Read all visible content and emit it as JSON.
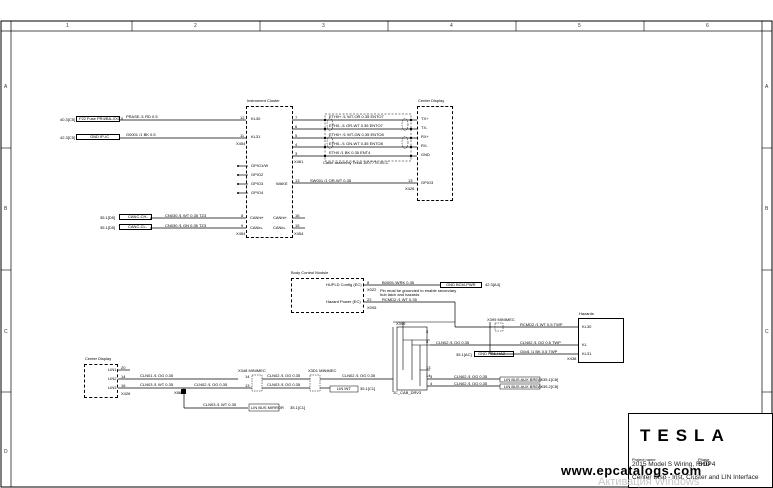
{
  "frame": {
    "zones_top": [
      "1",
      "2",
      "3",
      "4",
      "5",
      "6"
    ],
    "zones_left": [
      "A",
      "B",
      "C",
      "D"
    ]
  },
  "instrument_cluster": {
    "title": "Instrument Cluster",
    "connector": "X454",
    "pins_left": [
      {
        "num": "12",
        "name": "KL30"
      },
      {
        "num": "11",
        "name": "KL31"
      }
    ],
    "gpio": [
      "GPIO1/W",
      "GPIO2",
      "GPIO3",
      "GPIO4"
    ],
    "wake": {
      "num": "13",
      "name": "WAKE"
    },
    "can": [
      {
        "num": "8",
        "name": "CANhi+",
        "right": "CANhi+",
        "rnum": "16"
      },
      {
        "num": "9",
        "name": "CANlo-",
        "right": "CANlo-",
        "rnum": "15"
      }
    ],
    "ether_pins": [
      "7",
      "6",
      "5",
      "4",
      "3"
    ]
  },
  "center_display": {
    "title": "Center Display",
    "connector": "X426",
    "pins": [
      "TX+",
      "TX-",
      "RX+",
      "RX-",
      "GND"
    ],
    "gpio": "GPIO3"
  },
  "ethernet_cable": {
    "note": "Cable assembly Tesla 1007779-00-C",
    "wires": [
      "ETH0+ /1 WT-OR 0.35 ENTO7",
      "ETH0- /1 OR-WT 0.35 ENTO7",
      "ETH0+ /1 WT-GN 0.35 ENTO8",
      "ETH0- /1 GN-WT 0.35 ENTO8",
      "ETH0 /1 BK 0.35 ENT4"
    ],
    "connector": "X461",
    "wake_wire": "SW001 /1 OR-WT 0.35",
    "wake_num": "13"
  },
  "left_refs": {
    "kl30_ref": "40.3[C5]",
    "kl30_label": "F22 Fuse PR4/BA-XXXX",
    "kl30_wire": "PRASE /1 RD 0.5",
    "kl31_ref": "42.3[C5]",
    "kl31_label": "GND IP-IC",
    "kl31_wire": "G0001 /1 BK 0.5",
    "canh_ref": "35.1[D5]",
    "canh_label": "CANC-CH-",
    "canh_wire": "CN030 /1 WT 0.35 TZ3",
    "canl_ref": "35.1[D5]",
    "canl_label": "CANC-CL-",
    "canl_wire": "CN030 /1 GN 0.35 TZ3"
  },
  "body_control": {
    "title": "Body Control Module",
    "connector": "X005",
    "pins": [
      {
        "num": "8",
        "name": "HUPLD Config (EC)",
        "wire": "B0005 /WRK 0.35",
        "dest": "GND BCM-PWR",
        "ref": "42.3[A4]"
      },
      {
        "num": "22",
        "name": "Hazard Power (EC)",
        "wire": "RCMD2 /1 WT 0.35"
      }
    ],
    "note": "Pin must be grounded to enable secondary hub latch and hazards",
    "xid": "X022"
  },
  "hazards": {
    "title": "Hazards",
    "connector": "X438",
    "pins": [
      {
        "num": "",
        "name": "KL30",
        "wire": "RCMD2 /1 WT 0.5 TWP"
      },
      {
        "num": "",
        "name": "KL",
        "wire": "CLN02 /1 OG 0.5 TWP"
      },
      {
        "num": "",
        "name": "KL31",
        "wire": "G0d1 /1 BK 0.5 TWP"
      }
    ],
    "gnd_ref": "35.1[AC]",
    "gnd_label": "GND PR6-HAZ"
  },
  "splice_block": {
    "id": "X399",
    "label": "JC_CAB_DRV3",
    "pins": [
      "3",
      "4",
      "13",
      "14"
    ],
    "wmlabel": "X399 MINIMEC",
    "wires": [
      "CLN02 /1 OG 0.35",
      "CLN02 /1 OG 0.35"
    ]
  },
  "center_display_lin": {
    "title": "Center Display",
    "connector": "X426",
    "pins": [
      {
        "name": "LIN1",
        "num": "20"
      },
      {
        "name": "LIN2",
        "num": "14"
      },
      {
        "name": "LIN3",
        "num": "16"
      }
    ],
    "wires": [
      "CLN01 /1 OG 0.35",
      "CLN02 /1 OG 0.35",
      "CLN03 /1 WT 0.35"
    ],
    "mini1": "X348 MINIMEC",
    "mini2": "X3D1 MINIMEC",
    "mid_wires": [
      "CLN02 /1 OG 0.35",
      "CLN03 /1 OG 0.35"
    ],
    "mid_nums": [
      "14",
      "13"
    ],
    "lin_out": [
      "CLN02 /1 OG 0.35",
      "CLN02 /1 OG 0.35"
    ],
    "lin_out_nums": [
      "3",
      "4"
    ],
    "lin_dest": [
      "LIN BUS AUX BREAK",
      "LIN BUS AUX BREAK"
    ],
    "lin_dest_ref": [
      "35.1[C8]",
      "35.2[C8]"
    ],
    "lin_bottom_wire": "CLN03 /1 WT 0.35",
    "lin_bottom_dest": "LIN BUS MIRROR",
    "lin_bottom_ref": "35.1[C1]",
    "lin_int": "LIN INT",
    "lin_int_ref": "35.1[C1]",
    "splice": "X86"
  },
  "title_block": {
    "logo": "TESLA",
    "project_label": "Project name",
    "project": "2015 Model S Wiring, RHD",
    "sheet_label": "Phase",
    "sheet": "SOP4",
    "desc": "Center Disp - Inst. Cluster and LIN Interface"
  },
  "watermark": {
    "site": "www.epcatalogs.com",
    "faded": "Активация Windows"
  }
}
